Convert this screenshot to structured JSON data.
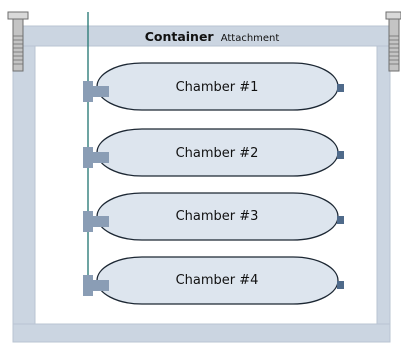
{
  "header": {
    "title_main": "Container",
    "title_sub": "Attachment"
  },
  "chambers": [
    {
      "label": "Chamber #1"
    },
    {
      "label": "Chamber #2"
    },
    {
      "label": "Chamber #3"
    },
    {
      "label": "Chamber #4"
    }
  ],
  "colors": {
    "frame": "#cbd5e1",
    "frame_stroke": "#b9c4d2",
    "chamber_fill": "#dde5ee",
    "chamber_stroke": "#1c2733",
    "connector": "#8a9db5",
    "connector_dark": "#4f6a8a",
    "tube": "#2f7d7a",
    "bolt": "#a9a9a9",
    "bolt_dark": "#6e6e6e"
  },
  "icons": {
    "left_bolt": "bolt-icon",
    "right_bolt": "bolt-icon",
    "inlet_connector": "connector-icon",
    "outlet_nub": "valve-icon"
  }
}
